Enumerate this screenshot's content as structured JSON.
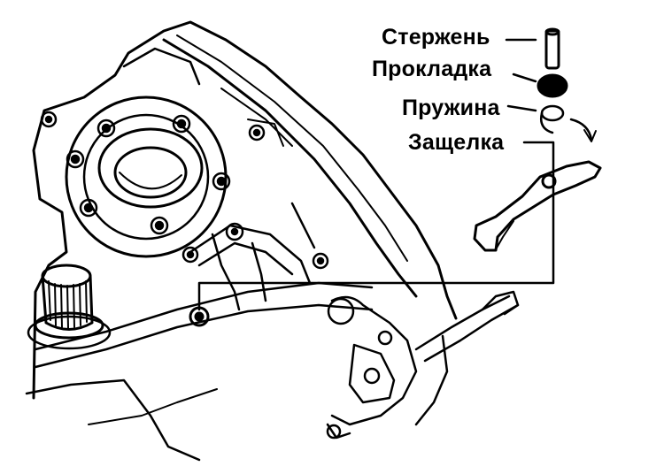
{
  "labels": {
    "rod": "Стержень",
    "gasket": "Прокладка",
    "spring": "Пружина",
    "latch": "Защелка"
  },
  "colors": {
    "ink": "#000000",
    "paper": "#ffffff"
  }
}
